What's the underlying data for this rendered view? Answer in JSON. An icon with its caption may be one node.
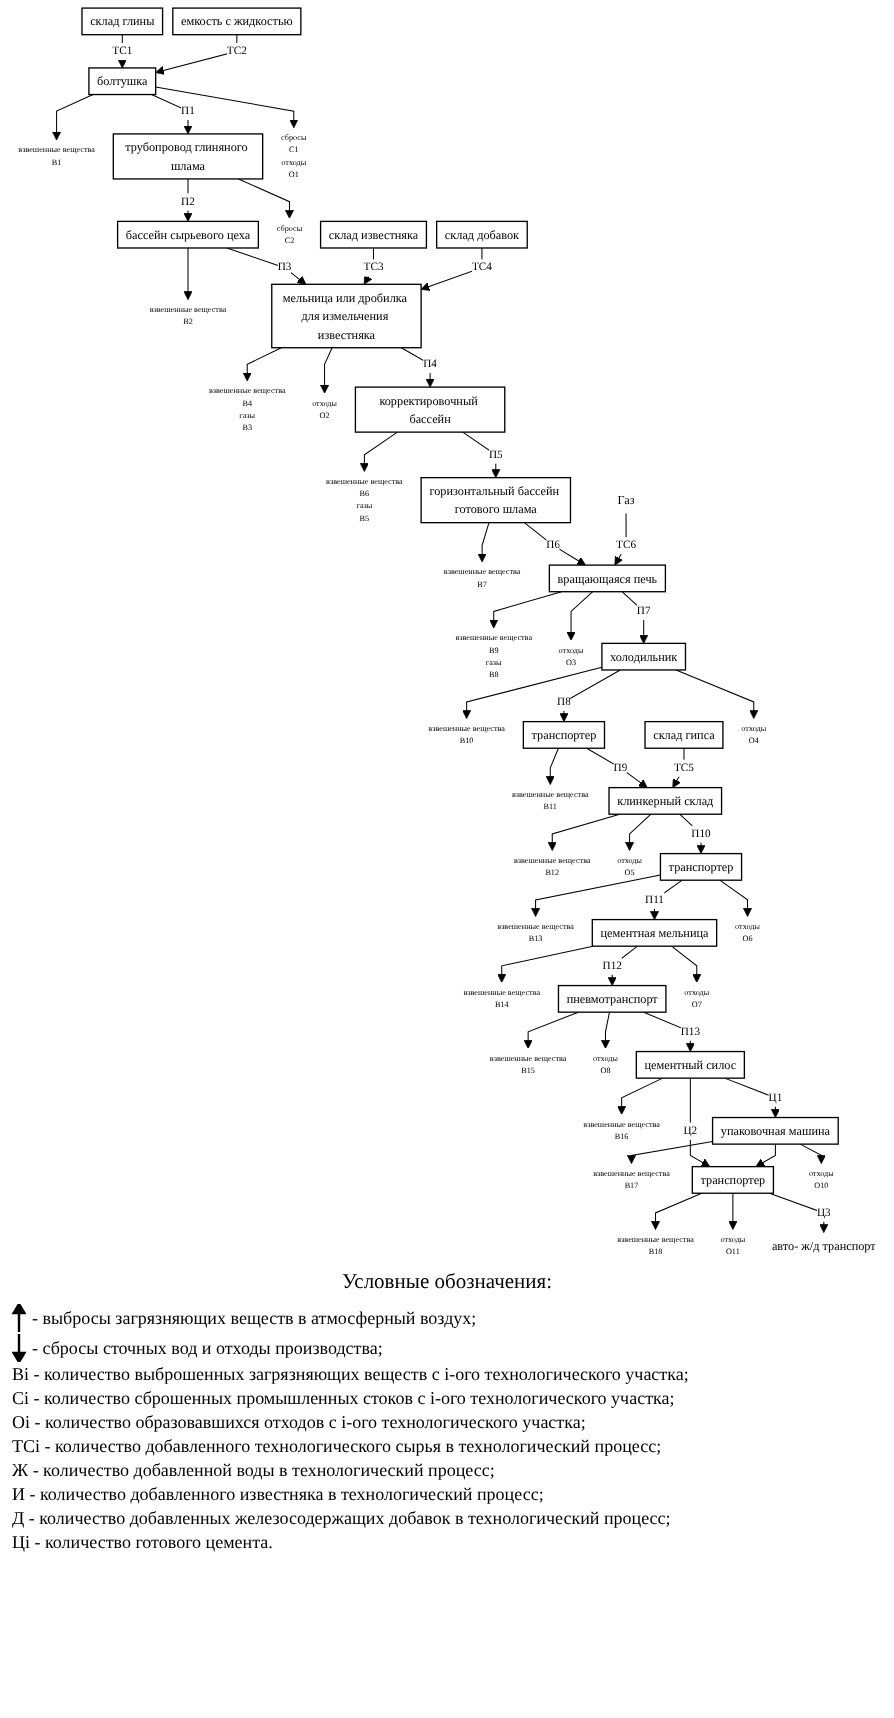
{
  "diagram": {
    "nodes": [
      {
        "text": [
          "взвешенные вещества",
          "В1"
        ]
      },
      {
        "text": [
          "взвешенные вещества",
          "В2"
        ]
      },
      {
        "text": [
          "склад глины"
        ]
      },
      {
        "text": [
          "емкость с жидкостью"
        ]
      },
      {
        "text": [
          "болтушка"
        ]
      },
      {
        "text": [
          "трубопровод глиняного шлама"
        ]
      },
      {
        "text": [
          "бассейн сырьевого цеха"
        ]
      },
      {
        "text": [
          "сбросы",
          "С1",
          "отходы",
          "О1"
        ]
      },
      {
        "text": [
          "сбросы",
          "С2"
        ]
      },
      {
        "text": [
          "взвешенные вещества",
          "В4",
          "газы",
          "В3"
        ]
      },
      {
        "text": [
          "склад известняка"
        ]
      },
      {
        "text": [
          "склад добавок"
        ]
      },
      {
        "text": [
          "мельница или дробилка для измельчения известняка"
        ]
      },
      {
        "text": [
          "отходы",
          "О2"
        ]
      },
      {
        "text": [
          "взвешенные вещества",
          "В9",
          "газы",
          "В8"
        ]
      },
      {
        "text": [
          "взвешенные вещества",
          "В7"
        ]
      },
      {
        "text": [
          "взвешенные вещества",
          "В6",
          "газы",
          "В5"
        ]
      },
      {
        "text": [
          "Газ"
        ]
      },
      {
        "text": [
          "вращающаяся печь"
        ]
      },
      {
        "text": [
          "горизонтальный бассейн готового шлама"
        ]
      },
      {
        "text": [
          "корректировочный бассейн"
        ]
      },
      {
        "text": [
          "отходы",
          "О3"
        ]
      },
      {
        "text": [
          "взвешенные вещества",
          "В10"
        ]
      },
      {
        "text": [
          "взвешенные вещества",
          "В11"
        ]
      },
      {
        "text": [
          "взвешенные вещества",
          "В12"
        ]
      },
      {
        "text": [
          "холодильник"
        ]
      },
      {
        "text": [
          "транспортер"
        ]
      },
      {
        "text": [
          "клинкерный склад"
        ]
      },
      {
        "text": [
          "склад гипса"
        ]
      },
      {
        "text": [
          "отходы",
          "О4"
        ]
      },
      {
        "text": [
          "отходы",
          "О5"
        ]
      },
      {
        "text": [
          "взвешенные вещества",
          "В15"
        ]
      },
      {
        "text": [
          "взвешенные вещества",
          "В14"
        ]
      },
      {
        "text": [
          "взвешенные вещества",
          "В13"
        ]
      },
      {
        "text": [
          "пневмотранспорт"
        ]
      },
      {
        "text": [
          "цементная мельница"
        ]
      },
      {
        "text": [
          "транспортер"
        ]
      },
      {
        "text": [
          "отходы",
          "О8"
        ]
      },
      {
        "text": [
          "отходы",
          "О7"
        ]
      },
      {
        "text": [
          "отходы",
          "О6"
        ]
      },
      {
        "text": [
          "взвешенные вещества",
          "В17"
        ]
      },
      {
        "text": [
          "взвешенные вещества",
          "В16"
        ]
      },
      {
        "text": [
          "взвешенные вещества",
          "В18"
        ]
      },
      {
        "text": [
          "цементный силос"
        ]
      },
      {
        "text": [
          "упаковочная машина"
        ]
      },
      {
        "text": [
          "транспортер"
        ]
      },
      {
        "text": [
          "авто- ж/д транспорт"
        ]
      },
      {
        "text": [
          "отходы",
          "О10"
        ]
      },
      {
        "text": [
          "отходы",
          "О11"
        ]
      }
    ],
    "edges": [
      {
        "from": 2,
        "to": 4,
        "arrow": "to",
        "label": "ТС1"
      },
      {
        "from": 3,
        "to": 4,
        "arrow": "to",
        "label": "ТС2"
      },
      {
        "from": 4,
        "to": 0,
        "arrow": "to"
      },
      {
        "from": 4,
        "to": 7,
        "arrow": "to"
      },
      {
        "from": 4,
        "to": 5,
        "arrow": "to",
        "label": "П1"
      },
      {
        "from": 5,
        "to": 8,
        "arrow": "to"
      },
      {
        "from": 5,
        "to": 6,
        "arrow": "to",
        "label": "П2"
      },
      {
        "from": 6,
        "to": 1,
        "arrow": "to"
      },
      {
        "from": 6,
        "to": 12,
        "arrow": "to",
        "label": "П3"
      },
      {
        "from": 10,
        "to": 12,
        "arrow": "to",
        "label": "ТС3"
      },
      {
        "from": 11,
        "to": 12,
        "arrow": "to",
        "label": "ТС4"
      },
      {
        "from": 12,
        "to": 9,
        "arrow": "to"
      },
      {
        "from": 12,
        "to": 13,
        "arrow": "to"
      },
      {
        "from": 12,
        "to": 20,
        "arrow": "to",
        "label": "П4"
      },
      {
        "from": 20,
        "to": 16,
        "arrow": "to"
      },
      {
        "from": 20,
        "to": 19,
        "arrow": "to",
        "label": "П5"
      },
      {
        "from": 19,
        "to": 15,
        "arrow": "to"
      },
      {
        "from": 19,
        "to": 18,
        "arrow": "to",
        "label": "П6"
      },
      {
        "from": 17,
        "to": 18,
        "arrow": "to",
        "label": "ТС6"
      },
      {
        "from": 18,
        "to": 14,
        "arrow": "to"
      },
      {
        "from": 18,
        "to": 21,
        "arrow": "to"
      },
      {
        "from": 18,
        "to": 25,
        "arrow": "to",
        "label": "П7"
      },
      {
        "from": 25,
        "to": 22,
        "arrow": "to"
      },
      {
        "from": 25,
        "to": 29,
        "arrow": "to"
      },
      {
        "from": 25,
        "to": 26,
        "arrow": "to",
        "label": "П8"
      },
      {
        "from": 26,
        "to": 23,
        "arrow": "to"
      },
      {
        "from": 26,
        "to": 27,
        "arrow": "to",
        "label": "П9"
      },
      {
        "from": 28,
        "to": 27,
        "arrow": "to",
        "label": "ТС5"
      },
      {
        "from": 27,
        "to": 24,
        "arrow": "to"
      },
      {
        "from": 27,
        "to": 30,
        "arrow": "to"
      },
      {
        "from": 27,
        "to": 36,
        "arrow": "to",
        "label": "П10"
      },
      {
        "from": 36,
        "to": 33,
        "arrow": "to"
      },
      {
        "from": 36,
        "to": 39,
        "arrow": "to"
      },
      {
        "from": 36,
        "to": 35,
        "arrow": "to",
        "label": "П11"
      },
      {
        "from": 35,
        "to": 32,
        "arrow": "to"
      },
      {
        "from": 35,
        "to": 38,
        "arrow": "to"
      },
      {
        "from": 35,
        "to": 34,
        "arrow": "to",
        "label": "П12"
      },
      {
        "from": 34,
        "to": 31,
        "arrow": "to"
      },
      {
        "from": 34,
        "to": 37,
        "arrow": "to"
      },
      {
        "from": 34,
        "to": 43,
        "arrow": "to",
        "label": "П13"
      },
      {
        "from": 43,
        "to": 41,
        "arrow": "to"
      },
      {
        "from": 43,
        "to": 44,
        "arrow": "to",
        "label": "Ц1"
      },
      {
        "from": 43,
        "to": 45,
        "arrow": "to",
        "label": "Ц2"
      },
      {
        "from": 44,
        "to": 40,
        "arrow": "to"
      },
      {
        "from": 44,
        "to": 47,
        "arrow": "to"
      },
      {
        "from": 44,
        "to": 45,
        "arrow": "to"
      },
      {
        "from": 45,
        "to": 42,
        "arrow": "to"
      },
      {
        "from": 45,
        "to": 48,
        "arrow": "to"
      },
      {
        "from": 45,
        "to": 46,
        "arrow": "to",
        "label": "Ц3"
      }
    ],
    "labels": [
      "Условные обозначения:"
    ],
    "legend": [
      {
        "text": "- выбросы загрязняющих веществ в атмосферный воздух;"
      },
      {
        "text": "- сбросы сточных вод и отходы производства;"
      },
      {
        "text": "Вi - количество выброшенных загрязняющих веществ с i-ого технологического участка;"
      },
      {
        "text": "Сi - количество сброшенных промышленных стоков с i-ого технологического участка;"
      },
      {
        "text": "Оi - количество образовавшихся отходов с i-ого технологического участка;"
      },
      {
        "text": "ТСi - количество добавленного технологического сырья в технологический процесс;"
      },
      {
        "text": "Ж - количество добавленной воды в технологический процесс;"
      },
      {
        "text": "И - количество добавленного известняка в технологический процесс;"
      },
      {
        "text": "Д - количество добавленных железосодержащих добавок в технологический процесс;"
      },
      {
        "text": "Цi - количество готового цемента."
      }
    ]
  }
}
